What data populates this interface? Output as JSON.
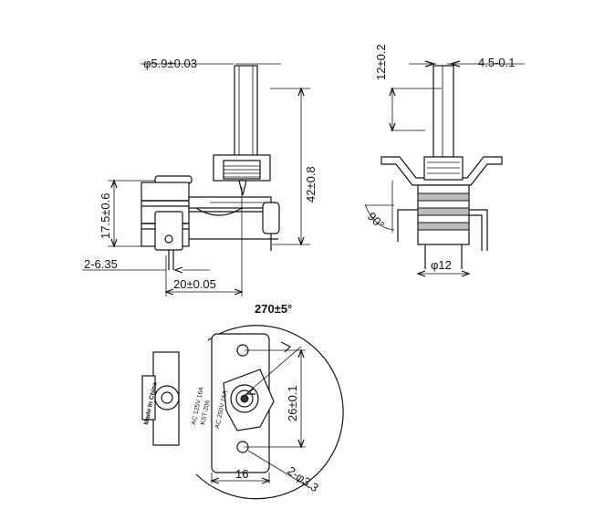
{
  "dimensions": {
    "shaft_diameter": "φ5.9±0.03",
    "overall_height": "42±0.8",
    "body_height": "17.5±0.6",
    "terminal_offset": "2-6.35",
    "terminal_spacing": "20±0.05",
    "shaft_protrusion": "12±0.2",
    "flat_depth": "4.5-0.1",
    "bend_angle": "90°",
    "body_diameter": "φ12",
    "rotation_angle": "270±5°",
    "mounting_spacing": "26±0.1",
    "base_width": "16",
    "mounting_holes": "2-φ3.3"
  },
  "markings": {
    "line1": "AC 125V 16A",
    "line2": "KST-206",
    "line3": "AC 250V 16A",
    "origin": "Made In China"
  }
}
